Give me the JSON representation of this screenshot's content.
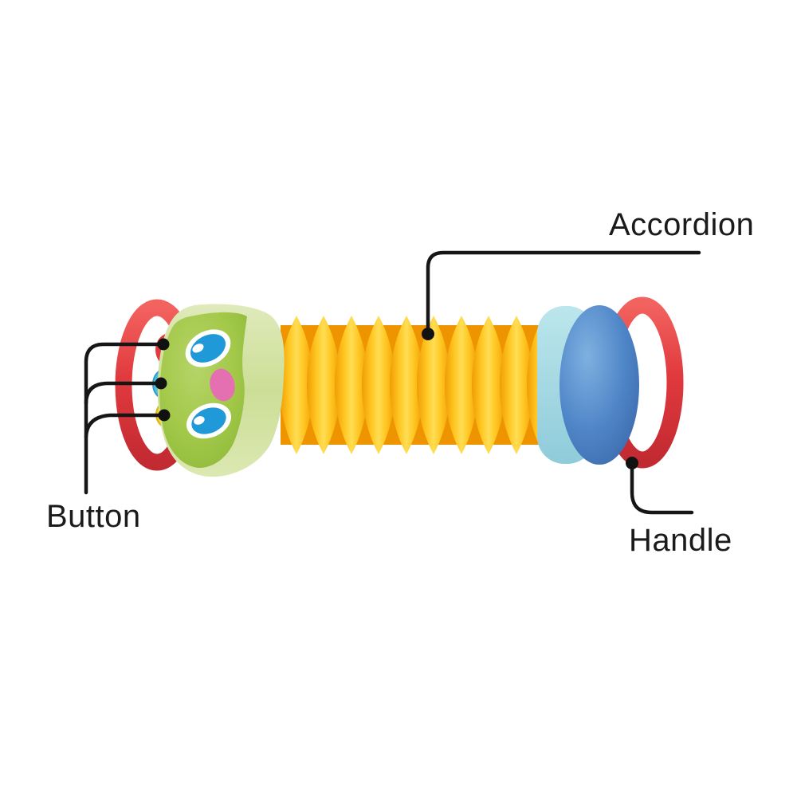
{
  "diagram": {
    "subject": "caterpillar toy accordion parts diagram",
    "labels": {
      "accordion": "Accordion",
      "button": "Button",
      "handle": "Handle"
    },
    "callouts": [
      {
        "label": "Accordion",
        "points_to": "yellow bellows (middle of toy)"
      },
      {
        "label": "Button",
        "points_to": "three side buttons on the green head (red, blue, yellow)"
      },
      {
        "label": "Handle",
        "points_to": "red loop handle on the right end"
      }
    ],
    "colors": {
      "background": "#ffffff",
      "callout_line": "#161616",
      "bellows_yellow": "#FFD23B",
      "bellows_shadow_orange": "#EE9400",
      "head_green": "#A2C848",
      "head_pale_green": "#D8E6AC",
      "eye_blue": "#2099D8",
      "cheek_pink": "#E470B2",
      "handle_red": "#E13A3E",
      "dome_blue": "#4A80C4",
      "dome_rim_light_blue": "#A9DCE6",
      "side_button_red": "#E23B3F",
      "side_button_blue": "#56BEE0",
      "side_button_yellow": "#F2D12E"
    }
  }
}
